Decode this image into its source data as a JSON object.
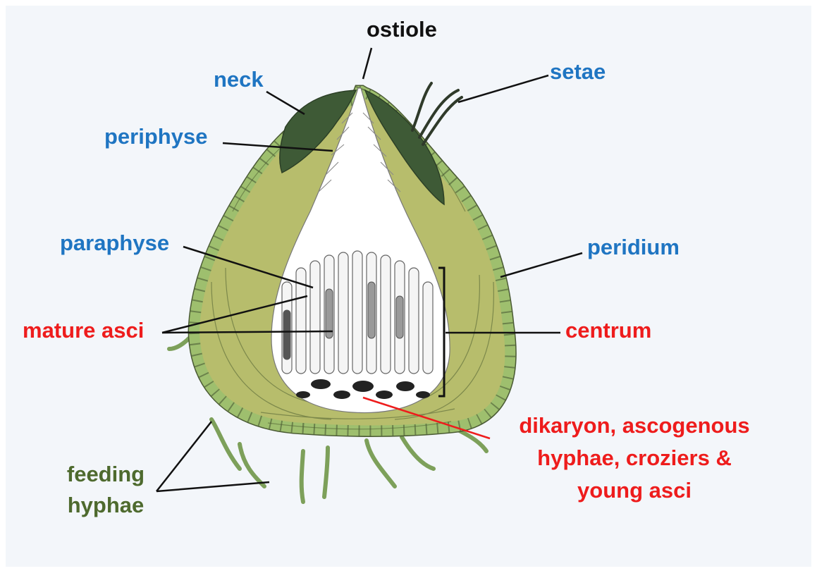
{
  "colors": {
    "structure_label": "#1f75c2",
    "development_label": "#ee1c1c",
    "hyphae_label": "#4e6a2e",
    "opening_label": "#111111",
    "peridium_fill": "#b7bd6c",
    "outer_cell_fill": "#9ebf6e",
    "neck_fill": "#3e5a36",
    "centrum_fill": "#ffffff"
  },
  "labels": {
    "ostiole": "ostiole",
    "neck": "neck",
    "setae": "setae",
    "periphyse": "periphyse",
    "paraphyse": "paraphyse",
    "peridium": "peridium",
    "mature_asci": "mature asci",
    "centrum": "centrum",
    "dikaryon": [
      "dikaryon, ascogenous",
      "hyphae, croziers &",
      "young asci"
    ],
    "feeding_hyphae": [
      "feeding",
      "hyphae"
    ]
  }
}
